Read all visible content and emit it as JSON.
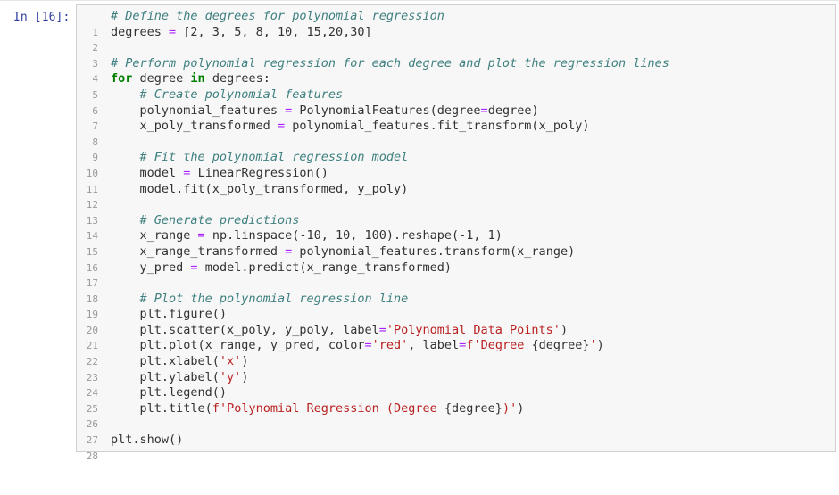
{
  "cell": {
    "prompt": "In [16]:"
  },
  "code": {
    "line_numbers": [
      "1",
      "2",
      "3",
      "4",
      "5",
      "6",
      "7",
      "8",
      "9",
      "10",
      "11",
      "12",
      "13",
      "14",
      "15",
      "16",
      "17",
      "18",
      "19",
      "20",
      "21",
      "22",
      "23",
      "24",
      "25",
      "26",
      "27",
      "28"
    ],
    "l1": {
      "comment": "# Define the degrees for polynomial regression"
    },
    "l2": {
      "name": "degrees ",
      "op": "=",
      "list": " [2, 3, 5, 8, 10, 15,20,30]"
    },
    "l4": {
      "comment": "# Perform polynomial regression for each degree and plot the regression lines"
    },
    "l5": {
      "kw_for": "for",
      "mid": " degree ",
      "kw_in": "in",
      "rest": " degrees:"
    },
    "l6": {
      "comment": "# Create polynomial features"
    },
    "l7": {
      "lhs": "polynomial_features ",
      "op": "=",
      "call": " PolynomialFeatures(degree",
      "op2": "=",
      "rest": "degree)"
    },
    "l8": {
      "lhs": "x_poly_transformed ",
      "op": "=",
      "rest": " polynomial_features.fit_transform(x_poly)"
    },
    "l10": {
      "comment": "# Fit the polynomial regression model"
    },
    "l11": {
      "lhs": "model ",
      "op": "=",
      "rest": " LinearRegression()"
    },
    "l12": {
      "text": "model.fit(x_poly_transformed, y_poly)"
    },
    "l14": {
      "comment": "# Generate predictions"
    },
    "l15": {
      "lhs": "x_range ",
      "op": "=",
      "rest": " np.linspace(-10, 10, 100).reshape(-1, 1)"
    },
    "l16": {
      "lhs": "x_range_transformed ",
      "op": "=",
      "rest": " polynomial_features.transform(x_range)"
    },
    "l17": {
      "lhs": "y_pred ",
      "op": "=",
      "rest": " model.predict(x_range_transformed)"
    },
    "l19": {
      "comment": "# Plot the polynomial regression line"
    },
    "l20": {
      "text": "plt.figure()"
    },
    "l21": {
      "pre": "plt.scatter(x_poly, y_poly, label",
      "op": "=",
      "str": "'Polynomial Data Points'",
      "post": ")"
    },
    "l22": {
      "pre": "plt.plot(x_range, y_pred, color",
      "op": "=",
      "str1": "'red'",
      "mid": ", label",
      "op2": "=",
      "fpre": "f",
      "str2": "'Degree ",
      "interp": "{degree}",
      "str3": "'",
      "post": ")"
    },
    "l23": {
      "pre": "plt.xlabel(",
      "str": "'x'",
      "post": ")"
    },
    "l24": {
      "pre": "plt.ylabel(",
      "str": "'y'",
      "post": ")"
    },
    "l25": {
      "text": "plt.legend()"
    },
    "l26": {
      "pre": "plt.title(",
      "fpre": "f",
      "str": "'Polynomial Regression (Degree ",
      "interp": "{degree}",
      "str2": ")'",
      "post": ")"
    },
    "l28": {
      "text": "plt.show()"
    }
  },
  "colors": {
    "prompt": "#303f9f",
    "keyword": "#008000",
    "comment": "#408080",
    "operator": "#aa22ff",
    "string": "#ba2121",
    "cell_background": "#f7f7f7"
  }
}
